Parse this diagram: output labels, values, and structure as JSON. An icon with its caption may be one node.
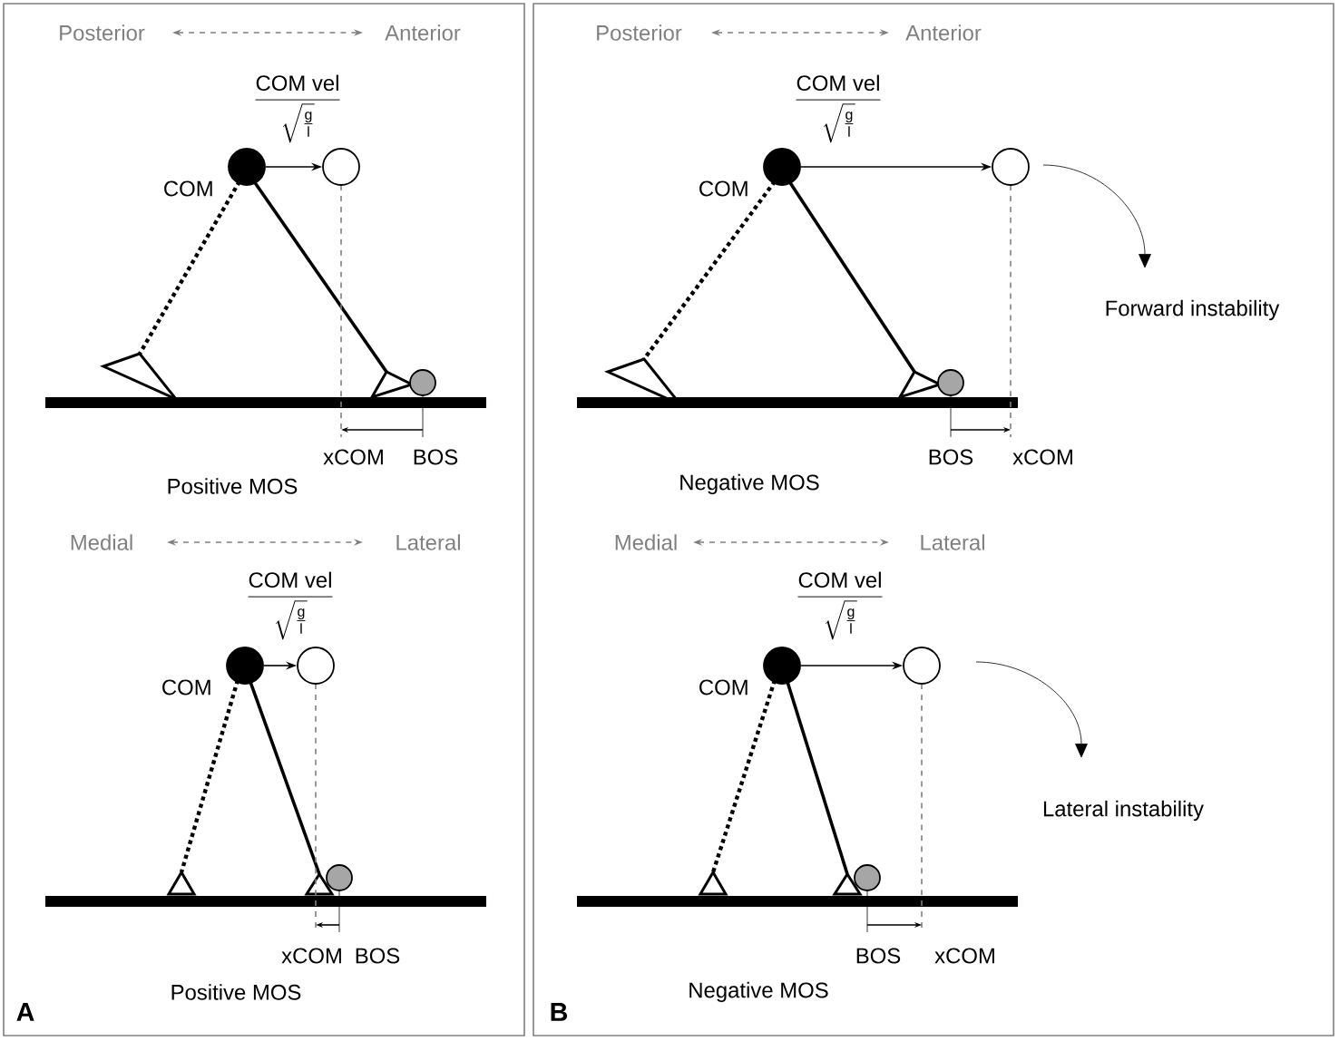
{
  "diagram": {
    "nodes": [
      {
        "text": [
          "A"
        ]
      },
      {
        "text": [],
        "shape": "circle",
        "beside": [
          "COM"
        ],
        "in": 0
      },
      {
        "text": [],
        "shape": "circle",
        "in": 0
      },
      {
        "text": [],
        "shape": "circle",
        "in": 0
      },
      {
        "text": [],
        "shape": "circle",
        "beside": [
          "COM"
        ],
        "in": 0
      },
      {
        "text": [],
        "shape": "circle",
        "in": 0
      },
      {
        "text": [],
        "shape": "circle",
        "in": 0
      },
      {
        "text": [
          "B"
        ]
      },
      {
        "text": [],
        "shape": "circle",
        "beside": [
          "COM"
        ],
        "in": 7
      },
      {
        "text": [],
        "shape": "circle",
        "in": 7
      },
      {
        "text": [],
        "shape": "circle",
        "in": 7
      },
      {
        "text": [],
        "shape": "circle",
        "beside": [
          "COM"
        ],
        "in": 7
      },
      {
        "text": [],
        "shape": "circle",
        "in": 7
      },
      {
        "text": [],
        "shape": "circle",
        "in": 7
      }
    ],
    "edges": [
      {
        "from": 1,
        "to": 2,
        "arrow": "to",
        "label": "\\frac{\\text{COM vel}}{\\sqrt{\\frac{\\text{g}}{\\text{l}}}}"
      },
      {
        "from": 4,
        "to": 5,
        "arrow": "to",
        "label": "\\frac{\\text{COM vel}}{\\sqrt{\\frac{\\text{g}}{\\text{l}}}}"
      },
      {
        "from": 8,
        "to": 9,
        "arrow": "to",
        "label": "\\frac{\\text{COM vel}}{\\sqrt{\\frac{\\text{g}}{\\text{l}}}}"
      },
      {
        "from": 11,
        "to": 12,
        "arrow": "to",
        "label": "\\frac{\\text{COM vel}}{\\sqrt{\\frac{\\text{g}}{\\text{l}}}}"
      }
    ],
    "labels": [
      "Posterior",
      "Anterior",
      "xCOM",
      "BOS",
      "Positive MOS",
      "Medial",
      "Lateral",
      "xCOM",
      "BOS",
      "Positive MOS",
      "Posterior",
      "Anterior",
      "Forward instability",
      "BOS",
      "xCOM",
      "Negative MOS",
      "Medial",
      "Lateral",
      "Lateral instability",
      "BOS",
      "xCOM",
      "Negative MOS"
    ]
  }
}
